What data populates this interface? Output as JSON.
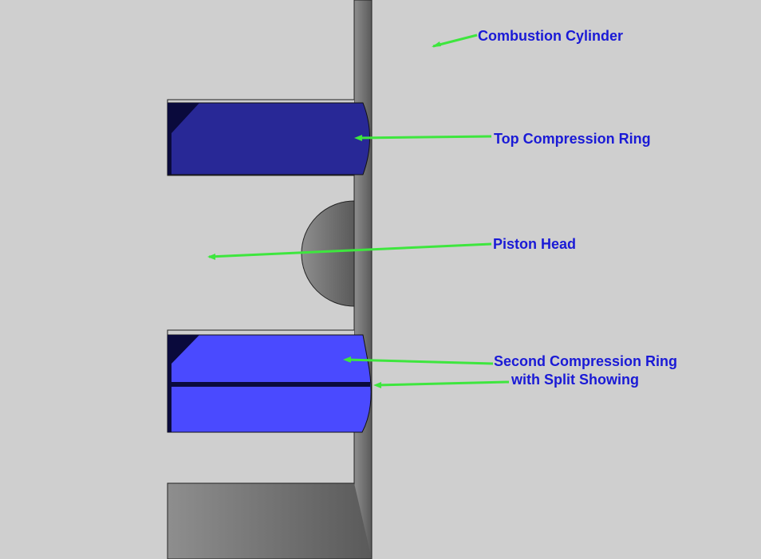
{
  "colors": {
    "background": "#cfcfcf",
    "label_text": "#1a1ad6",
    "leader_line": "#3ee63e",
    "top_ring": "#282896",
    "second_ring": "#4a4aff",
    "ring_dark": "#0a0a3c",
    "steel_light": "#8c8c8c",
    "steel_dark": "#5e5e5e"
  },
  "labels": {
    "combustion_cylinder": "Combustion Cylinder",
    "top_compression_ring": "Top Compression Ring",
    "piston_head": "Piston Head",
    "second_ring_line1": "Second Compression Ring",
    "second_ring_line2": "with Split Showing"
  }
}
